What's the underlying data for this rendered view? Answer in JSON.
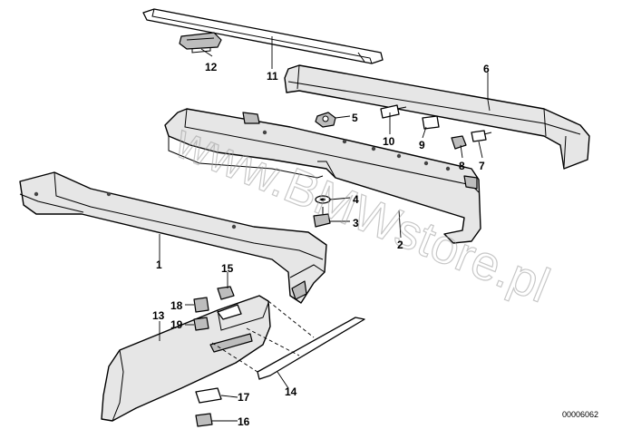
{
  "diagram": {
    "watermark": "www.BMWstore.pl",
    "reference_number": "00006062",
    "callouts": [
      {
        "id": "1",
        "label": "1"
      },
      {
        "id": "2",
        "label": "2"
      },
      {
        "id": "3",
        "label": "3"
      },
      {
        "id": "4",
        "label": "4"
      },
      {
        "id": "5",
        "label": "5"
      },
      {
        "id": "6",
        "label": "6"
      },
      {
        "id": "7",
        "label": "7"
      },
      {
        "id": "8",
        "label": "8"
      },
      {
        "id": "9",
        "label": "9"
      },
      {
        "id": "10",
        "label": "10"
      },
      {
        "id": "11",
        "label": "11"
      },
      {
        "id": "12",
        "label": "12"
      },
      {
        "id": "13",
        "label": "13"
      },
      {
        "id": "14",
        "label": "14"
      },
      {
        "id": "15",
        "label": "15"
      },
      {
        "id": "16",
        "label": "16"
      },
      {
        "id": "17",
        "label": "17"
      },
      {
        "id": "18",
        "label": "18"
      },
      {
        "id": "19",
        "label": "19"
      }
    ]
  }
}
